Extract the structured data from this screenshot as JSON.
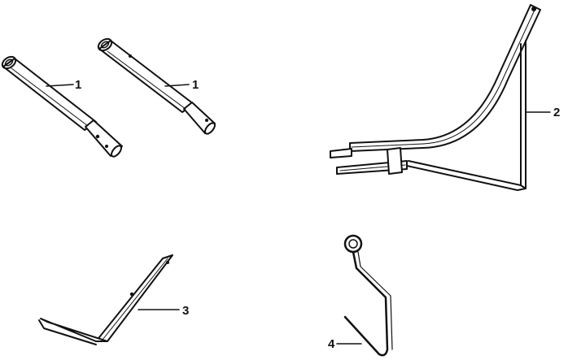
{
  "parts": [
    {
      "id": "tube-a",
      "callout": "1"
    },
    {
      "id": "tube-b",
      "callout": "1"
    },
    {
      "id": "frame-bracket",
      "callout": "2"
    },
    {
      "id": "angle-bracket",
      "callout": "3"
    },
    {
      "id": "hook",
      "callout": "4"
    }
  ]
}
